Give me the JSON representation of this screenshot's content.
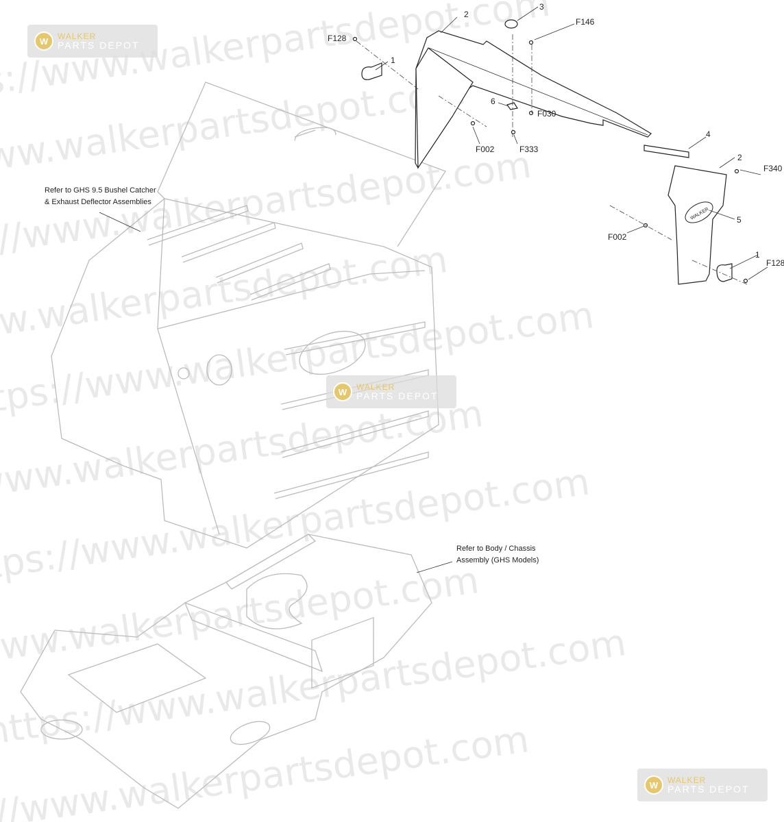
{
  "watermark": {
    "text_lines": [
      "https://www.walkerpartsdepot.com",
      "https://www.walkerpartsdepot.com",
      "https://www.walkerpartsdepot.com",
      "https://www.walkerpartsdepot.com",
      "https://www.walkerpartsdepot.com",
      "https://www.walkerpartsdepot.com",
      "https://www.walkerpartsdepot.com",
      "https://www.walkerpartsdepot.com",
      "https://www.walkerpartsdepot.com",
      "https://www.walkerpartsdepot.com"
    ],
    "logo_line1": "WALKER",
    "logo_line2": "PARTS DEPOT",
    "logo_badge": "W"
  },
  "notes": {
    "bushel_catcher": [
      "Refer to GHS 9.5 Bushel Catcher",
      "& Exhaust Deflector Assemblies"
    ],
    "body_chassis": [
      "Refer to Body / Chassis",
      "Assembly (GHS Models)"
    ]
  },
  "callouts": [
    "F128",
    "1",
    "2",
    "3",
    "F146",
    "6",
    "F030",
    "F002",
    "F333",
    "4",
    "2",
    "F340",
    "5",
    "F002",
    "1",
    "F128"
  ],
  "brand_decal": "WALKER"
}
